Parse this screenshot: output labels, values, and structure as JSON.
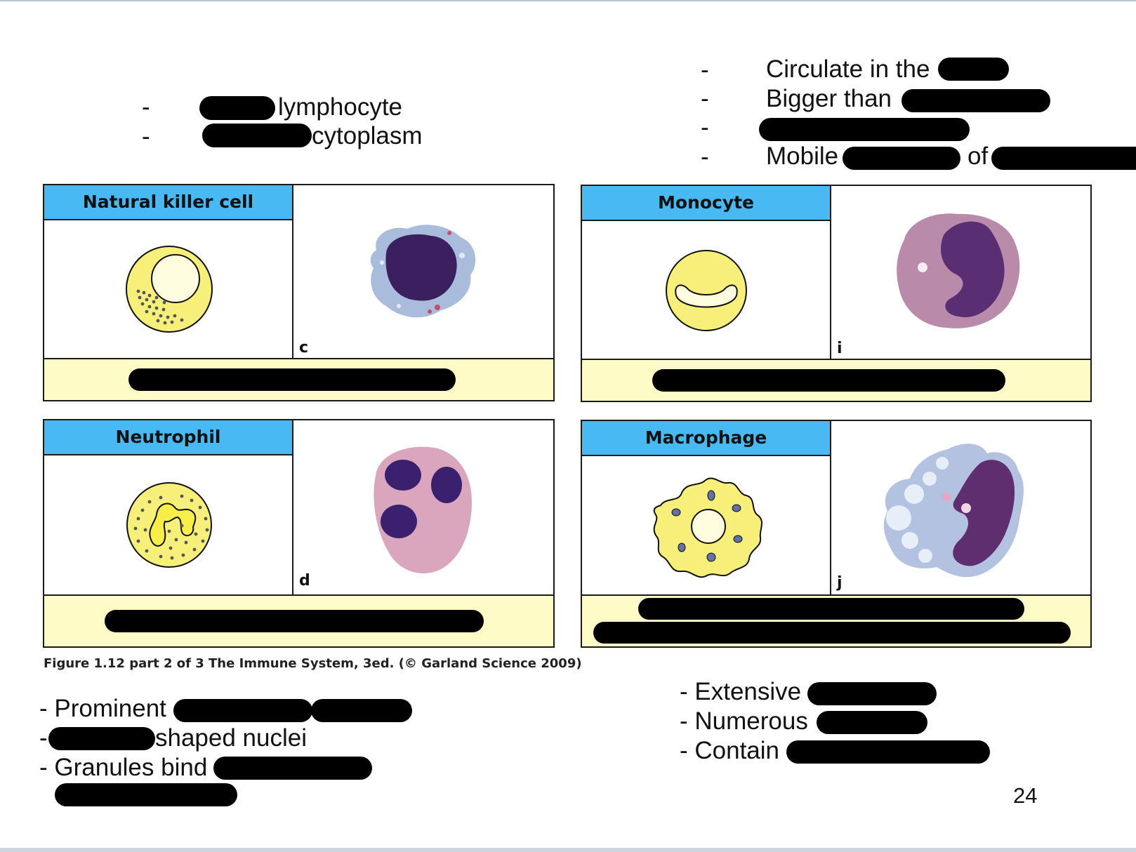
{
  "slide": {
    "page_number": "24",
    "figure_caption": "Figure 1.12 part 2 of 3 The Immune System, 3ed. (© Garland Science 2009)"
  },
  "nk_notes": {
    "dash": "-",
    "line1": "lymphocyte",
    "line2": "cytoplasm"
  },
  "monocyte_notes": {
    "dash": "-",
    "line1": "Circulate in the",
    "line2": "Bigger than",
    "line4a": "Mobile",
    "line4b": "of"
  },
  "neutrophil_notes": {
    "line1": "- Prominent",
    "line2_dash": "-",
    "line2": "shaped nuclei",
    "line3": "- Granules bind"
  },
  "macrophage_notes": {
    "line1": "- Extensive",
    "line2": "- Numerous",
    "line3": "- Contain"
  },
  "panels": {
    "nk": {
      "title": "Natural killer cell",
      "letter": "c"
    },
    "monocyte": {
      "title": "Monocyte",
      "letter": "i"
    },
    "neutrophil": {
      "title": "Neutrophil",
      "letter": "d"
    },
    "macrophage": {
      "title": "Macrophage",
      "letter": "j"
    }
  },
  "colors": {
    "title_band": "#48b9f2",
    "footer_band": "#fffbc7",
    "cell_fill": "#f6f07a",
    "redaction": "#000000"
  }
}
